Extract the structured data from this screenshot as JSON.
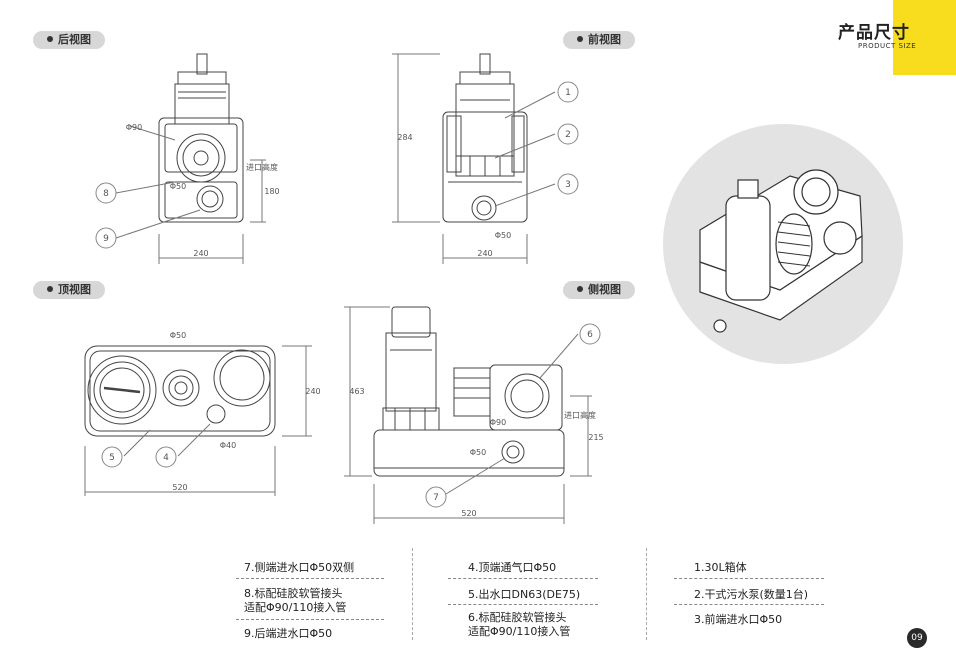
{
  "header": {
    "title": "产品尺寸",
    "subtitle": "PRODUCT SIZE",
    "accent_color": "#f7dd1d"
  },
  "views": {
    "back": "后视图",
    "front": "前视图",
    "top": "顶视图",
    "side": "侧视图"
  },
  "dimensions": {
    "back_width": "240",
    "back_height": "180",
    "back_inlet_height_label": "进口高度",
    "back_pipe_1": "Φ90",
    "back_pipe_2": "Φ50",
    "front_width": "240",
    "front_height": "284",
    "front_pipe": "Φ50",
    "top_width": "520",
    "top_depth": "240",
    "top_pipe_1": "Φ50",
    "top_pipe_2": "Φ40",
    "side_width": "520",
    "side_height": "463",
    "side_inlet": "215",
    "side_inlet_label": "进口高度",
    "side_pipe": "Φ50",
    "side_pipe_2": "Φ90"
  },
  "callouts": [
    "1",
    "2",
    "3",
    "4",
    "5",
    "6",
    "7",
    "8",
    "9"
  ],
  "parts": {
    "col1": [
      "1.30L箱体",
      "2.干式污水泵(数量1台)",
      "3.前端进水口Φ50"
    ],
    "col2": [
      "4.顶端通气口Φ50",
      "5.出水口DN63(DE75)",
      "6.标配硅胶软管接头",
      "适配Φ90/110接入管"
    ],
    "col3": [
      "7.侧端进水口Φ50双侧",
      "8.标配硅胶软管接头",
      "适配Φ90/110接入管",
      "9.后端进水口Φ50"
    ]
  },
  "page_number": "09"
}
